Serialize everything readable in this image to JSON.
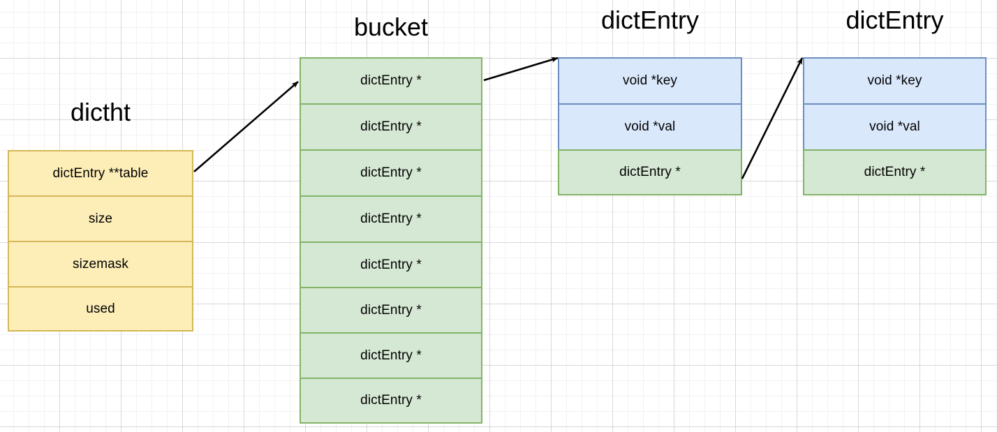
{
  "diagram": {
    "title_labels": {
      "dictht": "dictht",
      "bucket": "bucket",
      "dictentry_1": "dictEntry",
      "dictentry_2": "dictEntry"
    },
    "colors": {
      "yellow_fill": "#fdeeb8",
      "yellow_stroke": "#d6b656",
      "green_fill": "#d5e8d4",
      "green_stroke": "#82b366",
      "blue_fill": "#dae8fc",
      "blue_stroke": "#6c8ebf",
      "arrow": "#000000",
      "grid_minor": "#f2f2f2",
      "grid_major": "#d8d8d8"
    },
    "structs": {
      "dictht": {
        "name": "dictht",
        "fields": [
          "dictEntry **table",
          "size",
          "sizemask",
          "used"
        ]
      },
      "bucket": {
        "name": "bucket",
        "fields": [
          "dictEntry *",
          "dictEntry *",
          "dictEntry *",
          "dictEntry *",
          "dictEntry *",
          "dictEntry *",
          "dictEntry *",
          "dictEntry *"
        ]
      },
      "dictentry_1": {
        "name": "dictEntry",
        "fields": [
          "void *key",
          "void *val",
          "dictEntry *"
        ]
      },
      "dictentry_2": {
        "name": "dictEntry",
        "fields": [
          "void *key",
          "void *val",
          "dictEntry *"
        ]
      }
    },
    "arrows": [
      {
        "name": "dictht-table-to-bucket",
        "from": "dictht.table",
        "to": "bucket[0]"
      },
      {
        "name": "bucket-slot0-to-dictentry1",
        "from": "bucket[0]",
        "to": "dictentry_1"
      },
      {
        "name": "dictentry1-next-to-dictentry2",
        "from": "dictentry_1.next",
        "to": "dictentry_2"
      }
    ]
  }
}
